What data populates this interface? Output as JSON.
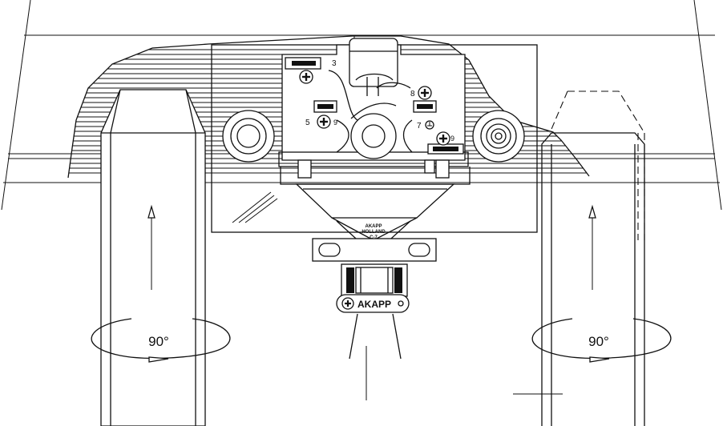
{
  "diagram": {
    "left_rotation_label": "90°",
    "right_rotation_label": "90°",
    "brand_logo_text": "AKAPP",
    "body_label_line1": "AKAPP",
    "body_label_line2": "HOLLAND",
    "body_label_line3": "C-7",
    "terminal_numbers": [
      "3",
      "5",
      "7",
      "8",
      "9",
      "9"
    ],
    "icons": [
      "phillips-screw-icon",
      "ground-symbol-icon",
      "rotation-arrow-icon",
      "up-arrow-icon"
    ],
    "colors": {
      "line": "#111111",
      "background": "#ffffff"
    }
  }
}
